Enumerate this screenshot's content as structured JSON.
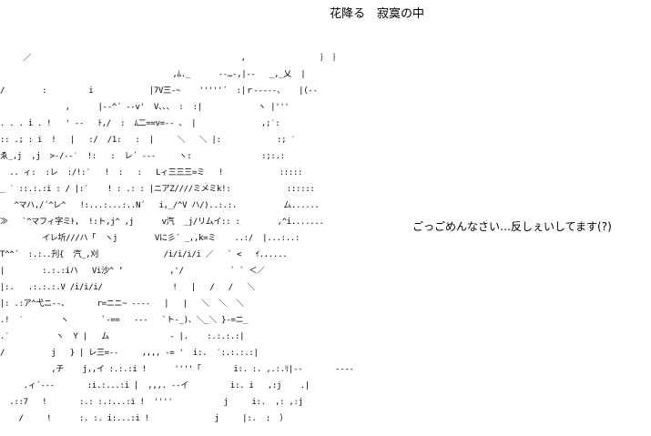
{
  "title": "花降る　寂寞の中",
  "caption": "ごっごめんなさい…反しぇいしてます(?)",
  "art_lines": [
    "     ／                                             ,                ｝ ｝",
    "                                     ,ﾑ._      ‐-…‐,|‐-   _,_乂  |",
    "/        :         i            |7V三‐~    '''''´  :|ｒ‐‐‐‐‐、   |(‐‐",
    "              ,      |‐‐^´ ‐‐v'  V、、、 :  :|            ヽ |'''",
    ". . . i . !   ' ‐‐   ﾄ,/  :  ﾑ二==v=‐‐ 、 |              ,;′:",
    ":: .; : i  !   |   :/  /1:   :  |     ＼   ＼ |:            :; ′",
    "ゑ_,j  ,j  >-/‐‐′  !:   :  レ´ ‐‐‐     ヽ:               :;:.:",
    "  .. ィ:  :レ  :/!:′   !  :   :   Lィ三三三=ミ   !            :::::",
    "_ ′ ::.:.:i : / |:′    ! : .: : |ニアZ////ミメミk!:            ::::::",
    "   ^マハ,/´^レ^   !:...:...:..N´   i,_/^V ハ/)..:.:.          ム......",
    "≫   `^マフィ字ミﾄ,  !:ト,j^ ,j      v汽  _j/リムイ:: :        ,^i.......",
    "         イレ圻///ハ「  ヽj        Vに彡´ _,,k=ミ    ..:/  |...:..:",
    "T^^´  :.:..刋{  汽_,刈              /i/i/i/i ／   ` <   ｲ......",
    "|        :.:.:iハ   Vi沙^ ‘          ,'/          ` ` ＜／",
    "|:.   .:.:.:.V /i/i/i/               !   |   /   /   ＼",
    "|: .:ア^弋ニ‐‐、      r=ニニ~ -‐‐‐   |   |   ＼  ＼  ＼",
    ".!  ′        ヽ       `‐==   ‐‐‐   `ト‐_)、＼_＼ }‐=ニ_",
    ".′          ヽ  Y |   ム             ‐ |.    :.:.:.:|",
    "/          j   } | レ三=‐‐     ,,,, -= '  i:.  ′:.:.:.:|",
    "           ,チ    j,,イ :.:.:i !      ''''「       i:. :. ,.:.ﾘ|‐‐       ‐‐‐‐",
    "     .ィ´‐‐‐       :i.:...:i |  ,,,. ‐-イ         i:. i   ,:j    .|",
    "  .::7   !       :.: :.:...:i !  ''''           j     i:.  ,: ,:j",
    "    /     !      :. :. i:...:i !              j     |:.  :  ）"
  ]
}
